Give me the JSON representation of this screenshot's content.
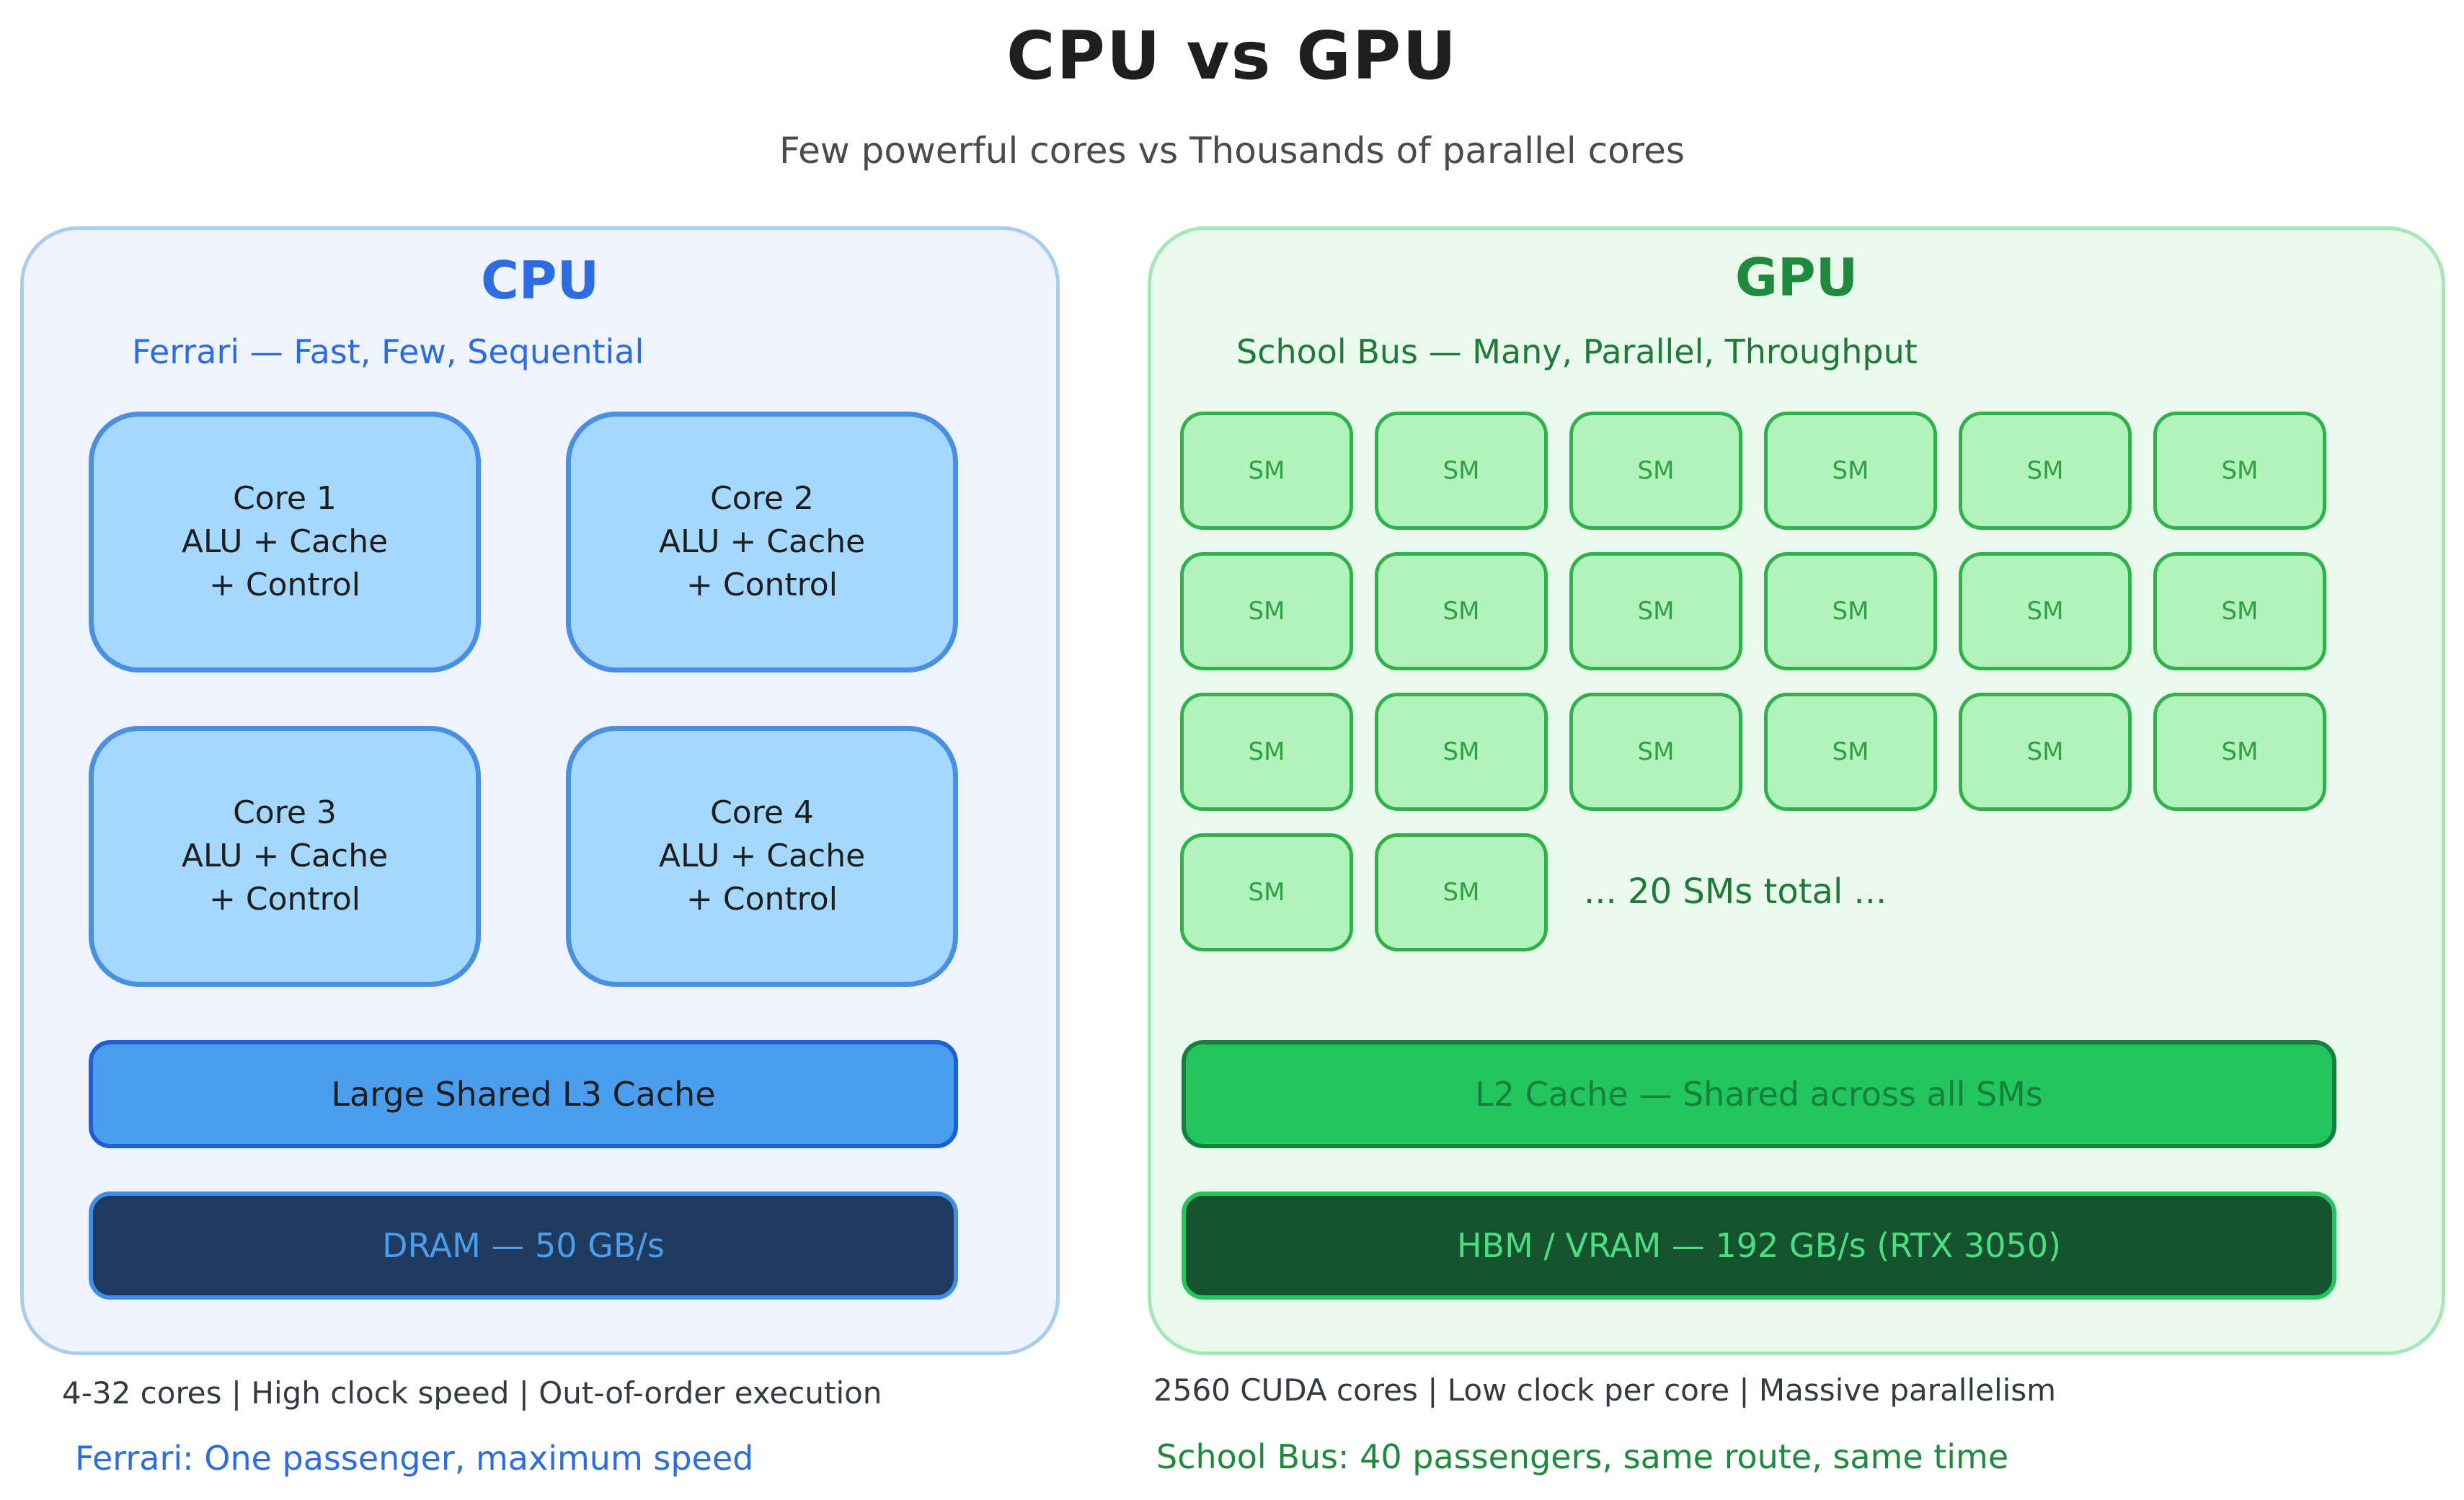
{
  "title": "CPU vs GPU",
  "subtitle": "Few powerful cores vs Thousands of parallel cores",
  "cpu": {
    "title": "CPU",
    "subtitle": "Ferrari — Fast, Few, Sequential",
    "cores": [
      {
        "name": "Core 1",
        "line2": "ALU + Cache",
        "line3": "+ Control"
      },
      {
        "name": "Core 2",
        "line2": "ALU + Cache",
        "line3": "+ Control"
      },
      {
        "name": "Core 3",
        "line2": "ALU + Cache",
        "line3": "+ Control"
      },
      {
        "name": "Core 4",
        "line2": "ALU + Cache",
        "line3": "+ Control"
      }
    ],
    "cache_label": "Large Shared L3 Cache",
    "memory_label": "DRAM — 50 GB/s",
    "notes": "4-32 cores  |  High clock speed  |  Out-of-order execution",
    "caption": "Ferrari: One passenger, maximum speed"
  },
  "gpu": {
    "title": "GPU",
    "subtitle": "School Bus — Many, Parallel, Throughput",
    "sm_label": "SM",
    "sm_count": 20,
    "sm_total_label": "... 20 SMs total ...",
    "cache_label": "L2 Cache — Shared across all SMs",
    "memory_label": "HBM / VRAM — 192 GB/s (RTX 3050)",
    "notes": "2560 CUDA cores  |  Low clock per core  |  Massive parallelism",
    "caption": "School Bus: 40 passengers, same route, same time"
  },
  "colors": {
    "cpu_accent": "#2b6de0",
    "gpu_accent": "#1f8a3e",
    "cpu_core_fill": "#a5d8ff",
    "gpu_sm_fill": "#b2f2bb",
    "cpu_cache_fill": "#4a9eed",
    "gpu_cache_fill": "#22c55e",
    "cpu_memory_fill": "#1e3a5f",
    "gpu_memory_fill": "#14532d"
  }
}
